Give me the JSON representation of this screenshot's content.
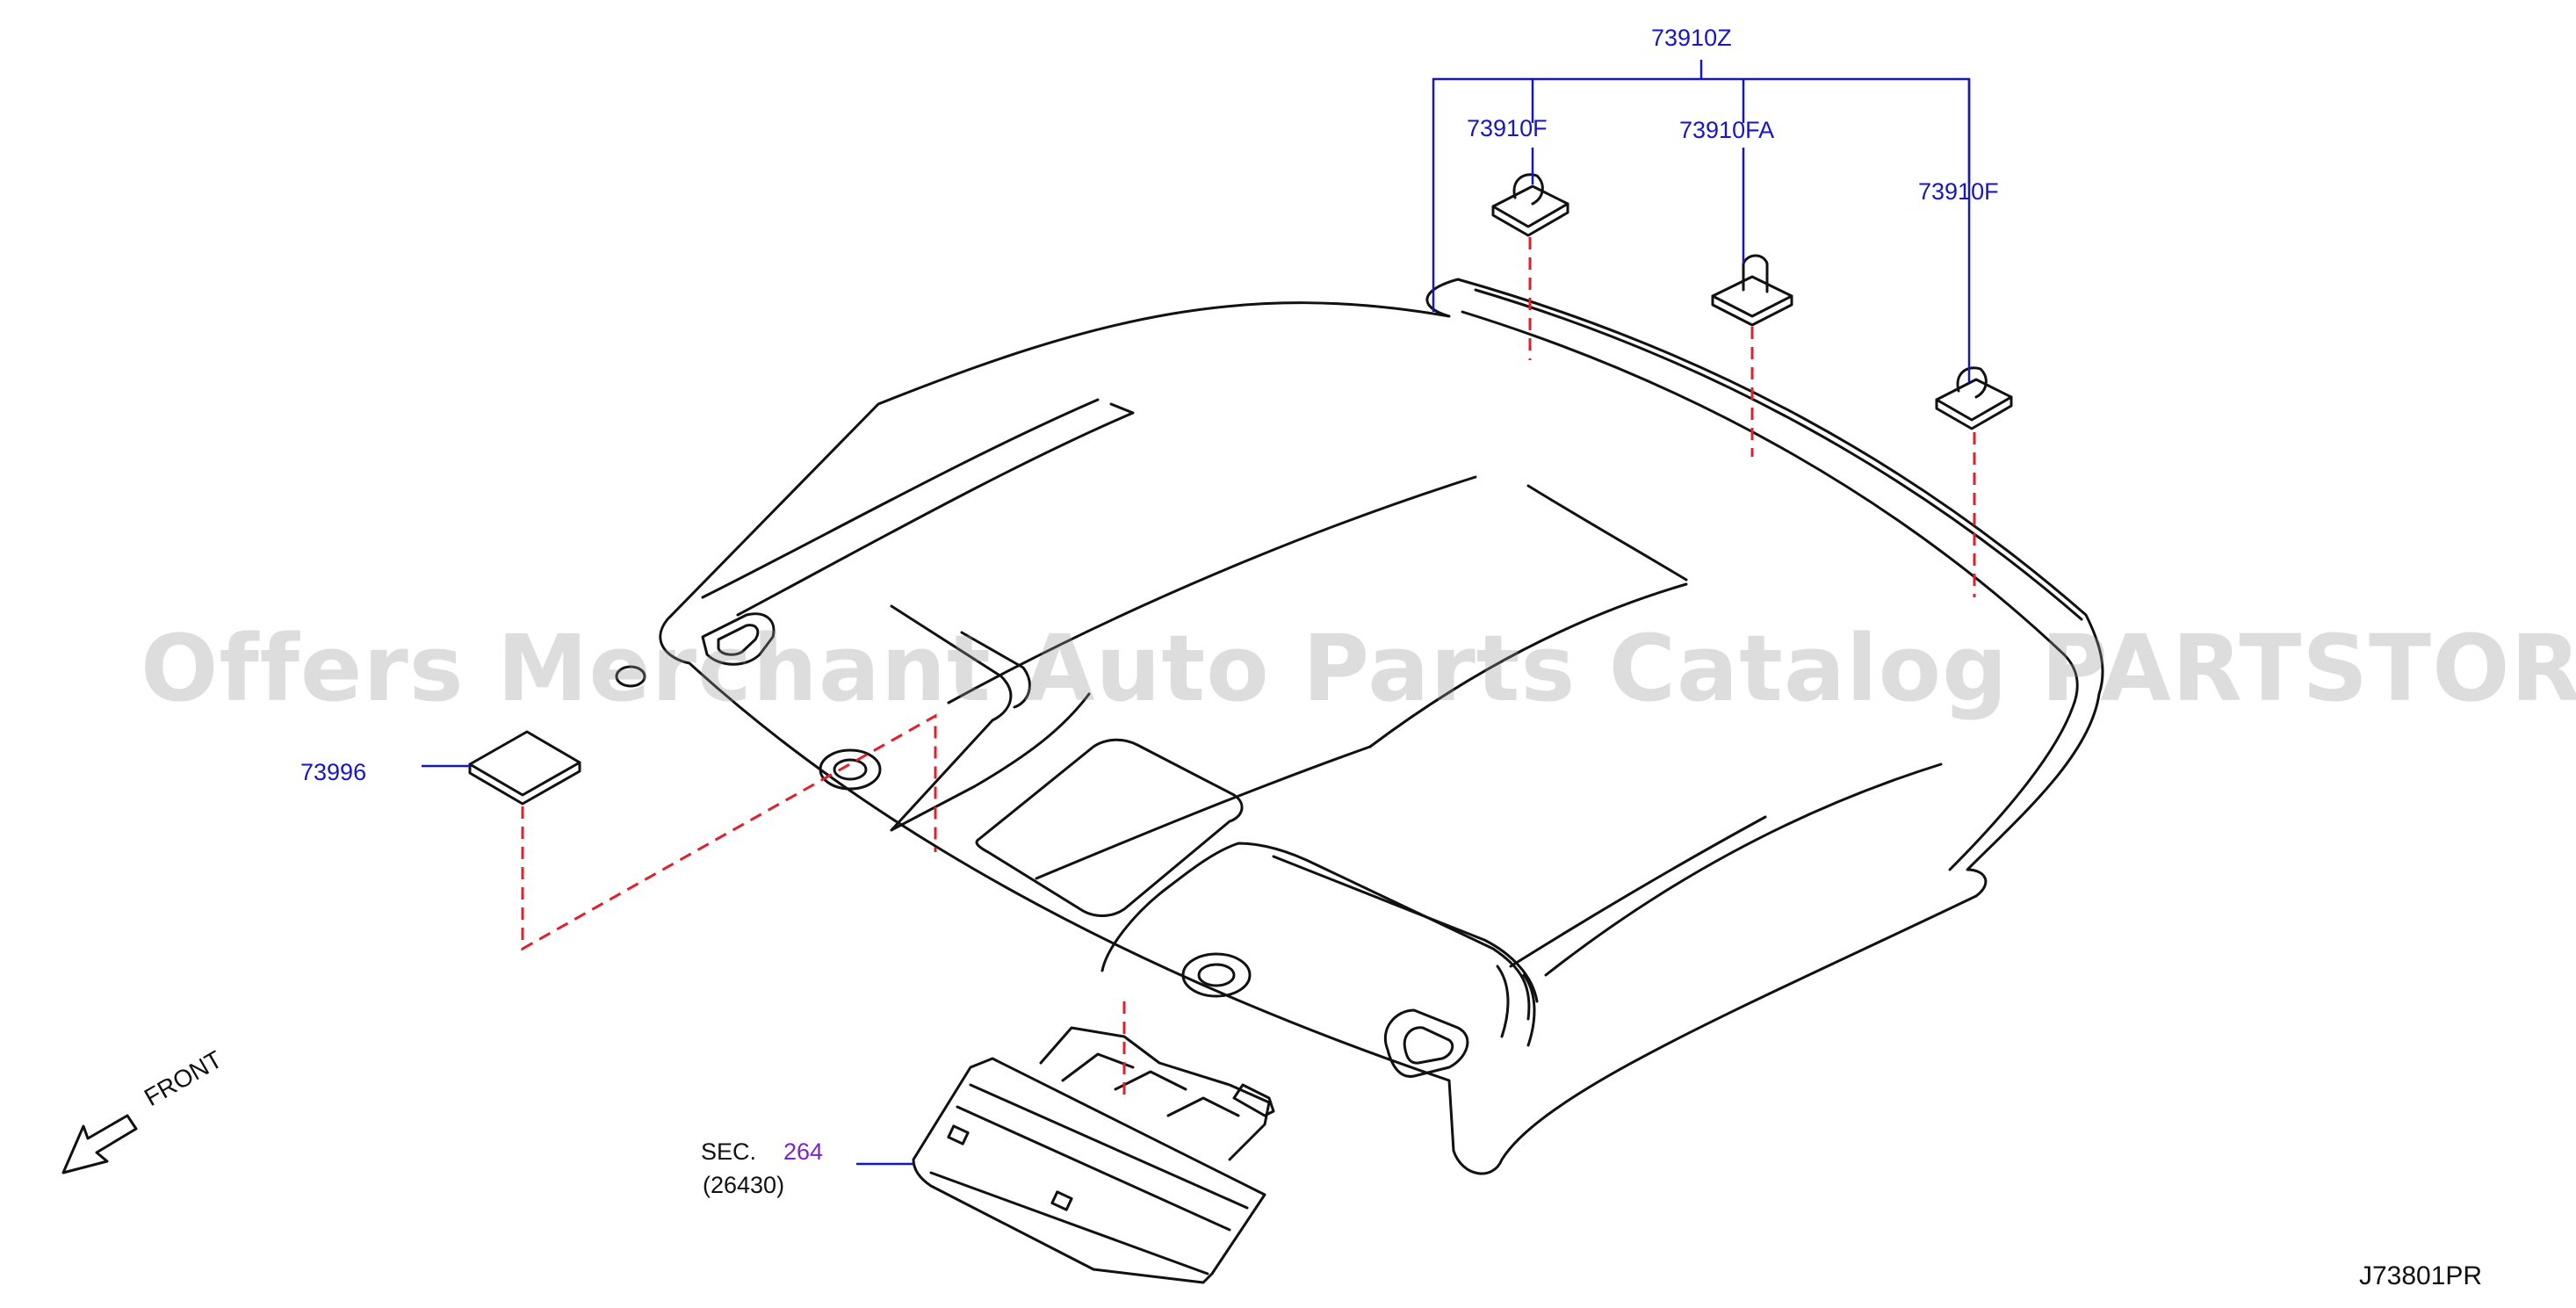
{
  "diagram_id": "J73801PR",
  "watermark": "Offers Merchant Auto Parts Catalog PARTSTORE.SA",
  "direction_label": "FRONT",
  "colors": {
    "callout": "#1616c8",
    "line": "#111111",
    "hidden": "#e0202a",
    "section": "#7a22d6"
  },
  "callouts": {
    "group": "73910Z",
    "clip_left": "73910F",
    "clip_center": "73910FA",
    "clip_right": "73910F",
    "pad": "73996",
    "sec_prefix": "SEC.",
    "sec_number": "264",
    "sec_part": "(26430)"
  }
}
